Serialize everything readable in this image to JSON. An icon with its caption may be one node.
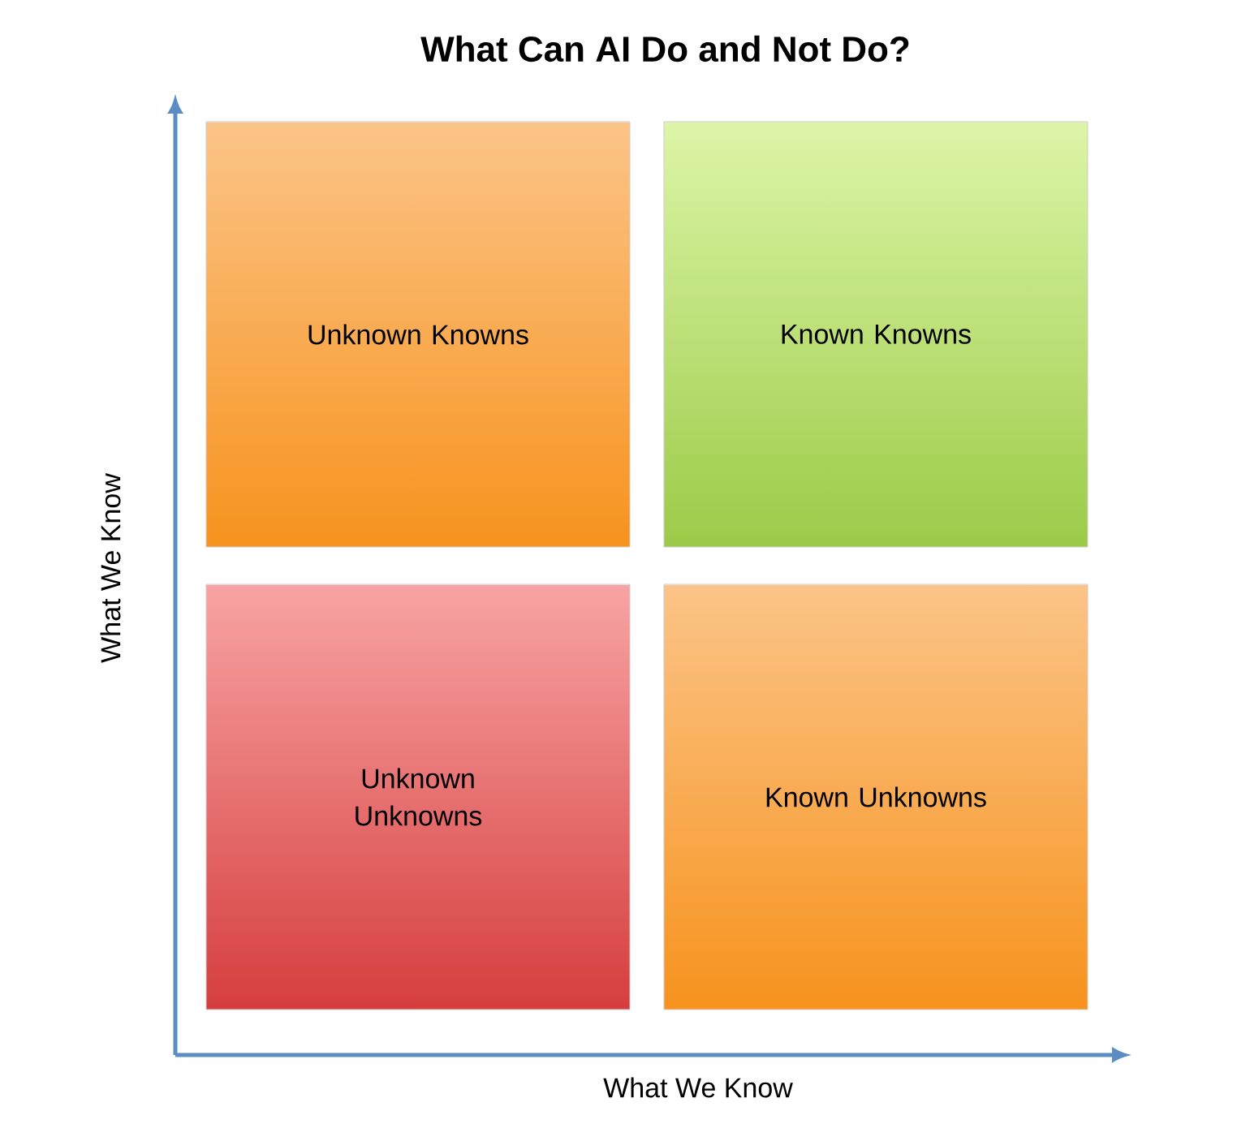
{
  "diagram": {
    "title": "What Can AI Do and Not Do?",
    "nodes": [
      {
        "text": [
          "Unknown Knowns"
        ]
      },
      {
        "text": [
          "Known Knowns"
        ]
      },
      {
        "text": [
          "Unknown Unknowns"
        ]
      },
      {
        "text": [
          "Known Unknowns"
        ]
      }
    ],
    "labels": [
      "What We Know",
      "What We Know"
    ]
  }
}
